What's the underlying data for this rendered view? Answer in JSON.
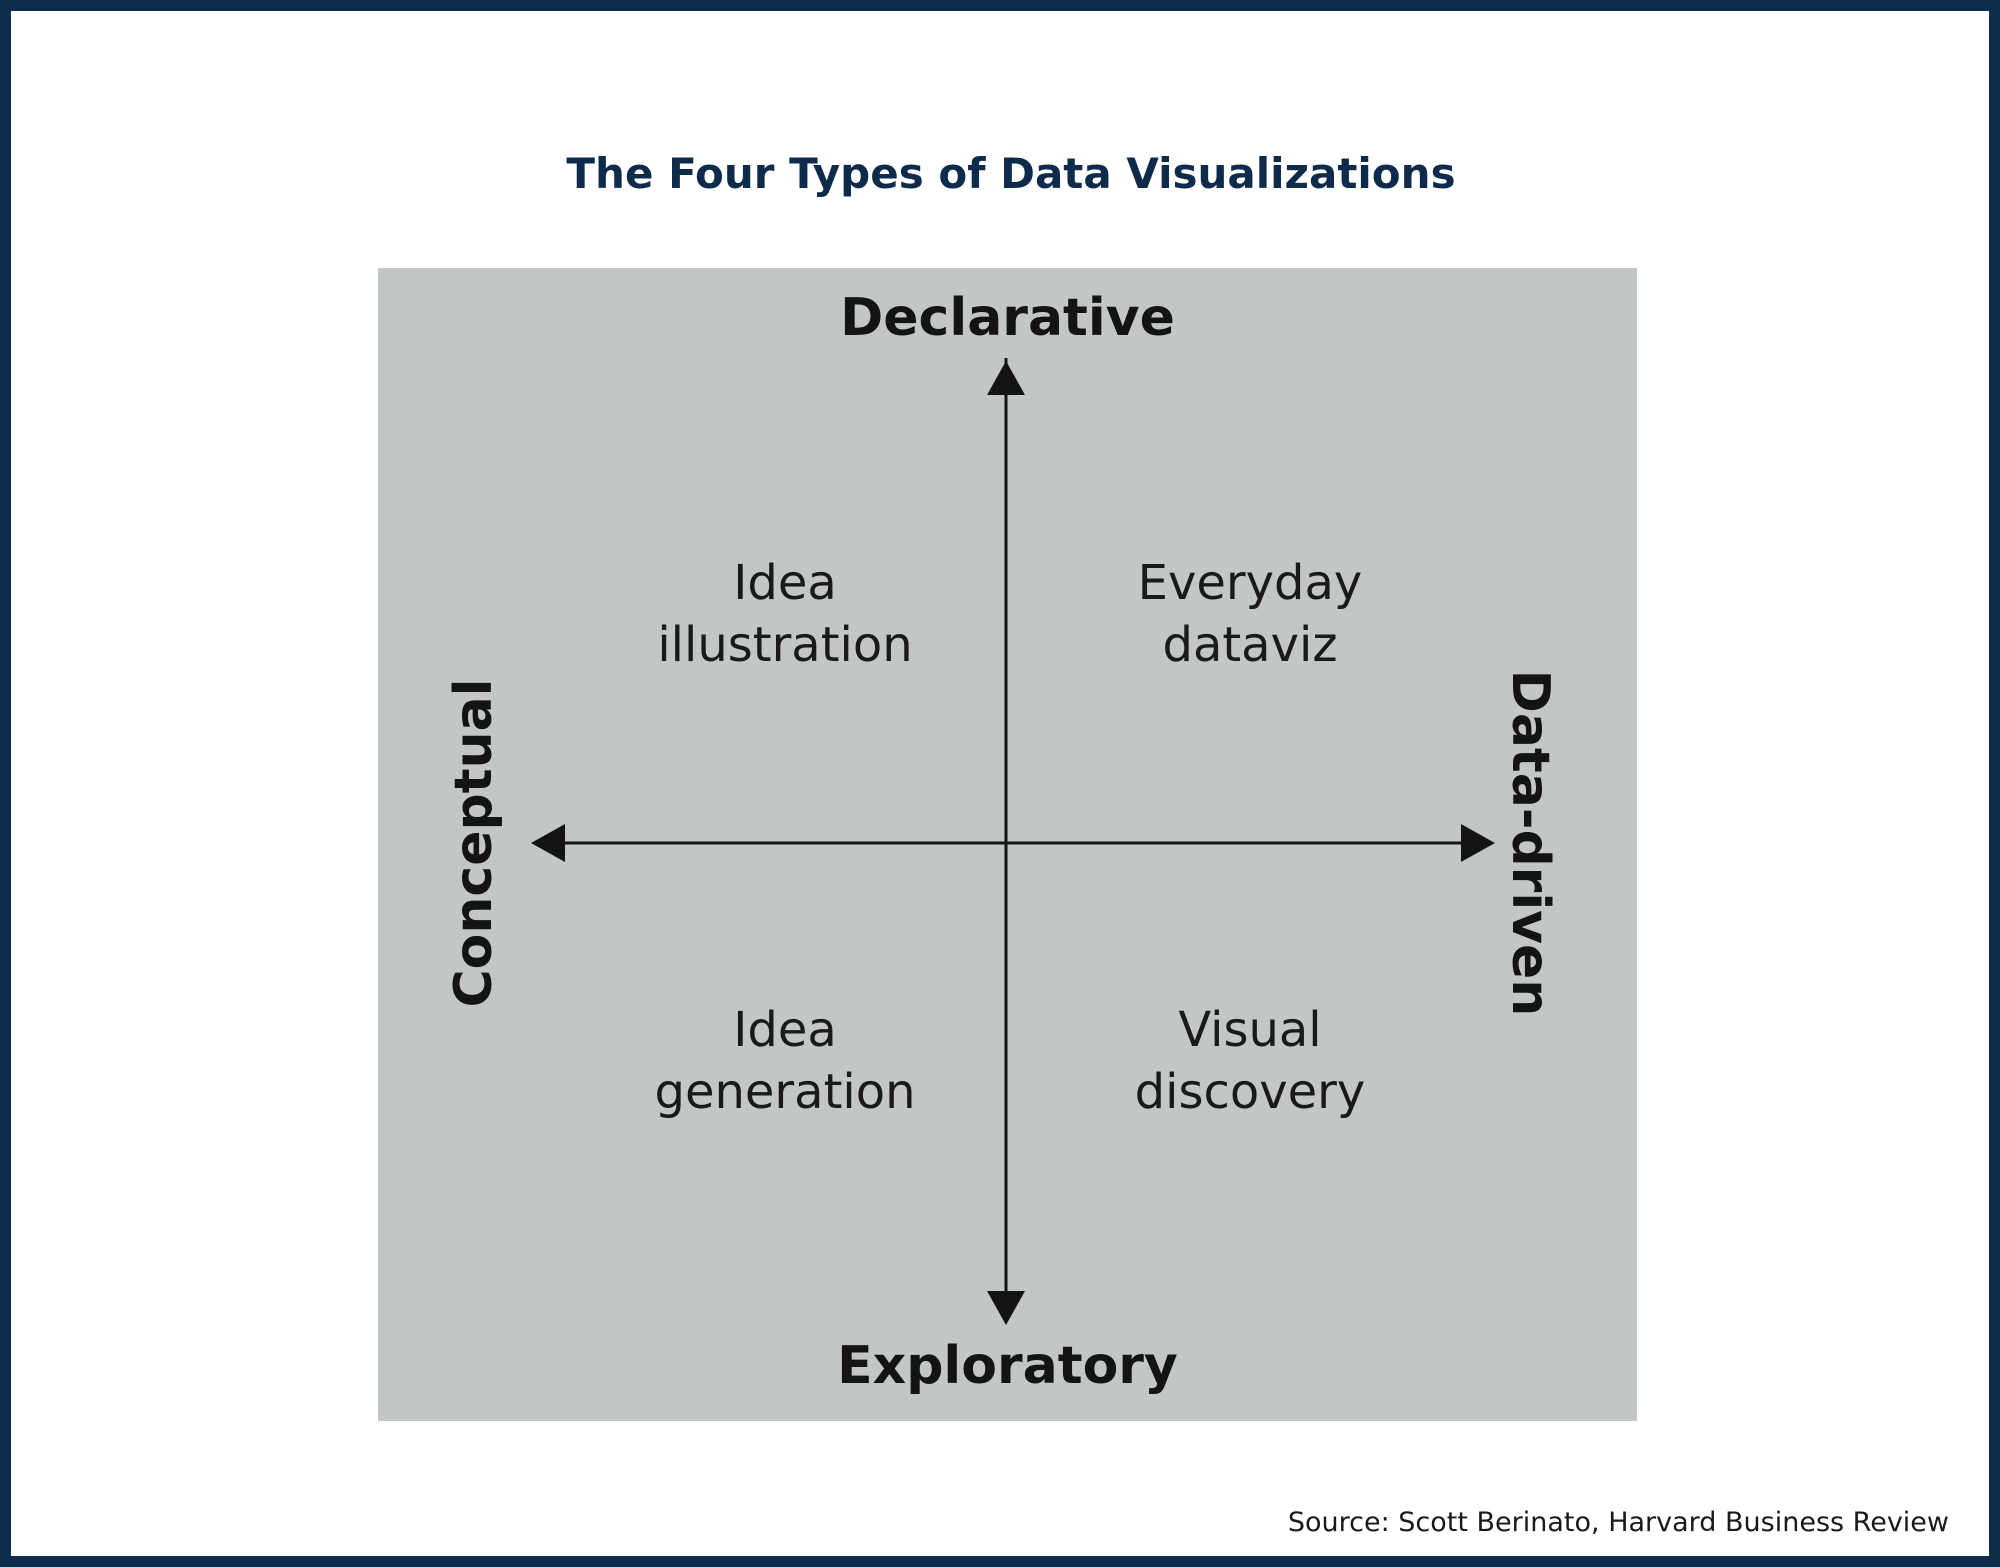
{
  "title": "The Four Types of Data Visualizations",
  "axes": {
    "top": "Declarative",
    "bottom": "Exploratory",
    "left": "Conceptual",
    "right": "Data-driven"
  },
  "quadrants": {
    "top_left": [
      "Idea",
      "illustration"
    ],
    "top_right": [
      "Everyday",
      "dataviz"
    ],
    "bottom_left": [
      "Idea",
      "generation"
    ],
    "bottom_right": [
      "Visual",
      "discovery"
    ]
  },
  "source": "Source: Scott Berinato, Harvard Business Review",
  "colors": {
    "frame": "#0f2b4c",
    "title": "#0f2b4c",
    "panel": "#c3c6c7",
    "ink": "#141414"
  }
}
